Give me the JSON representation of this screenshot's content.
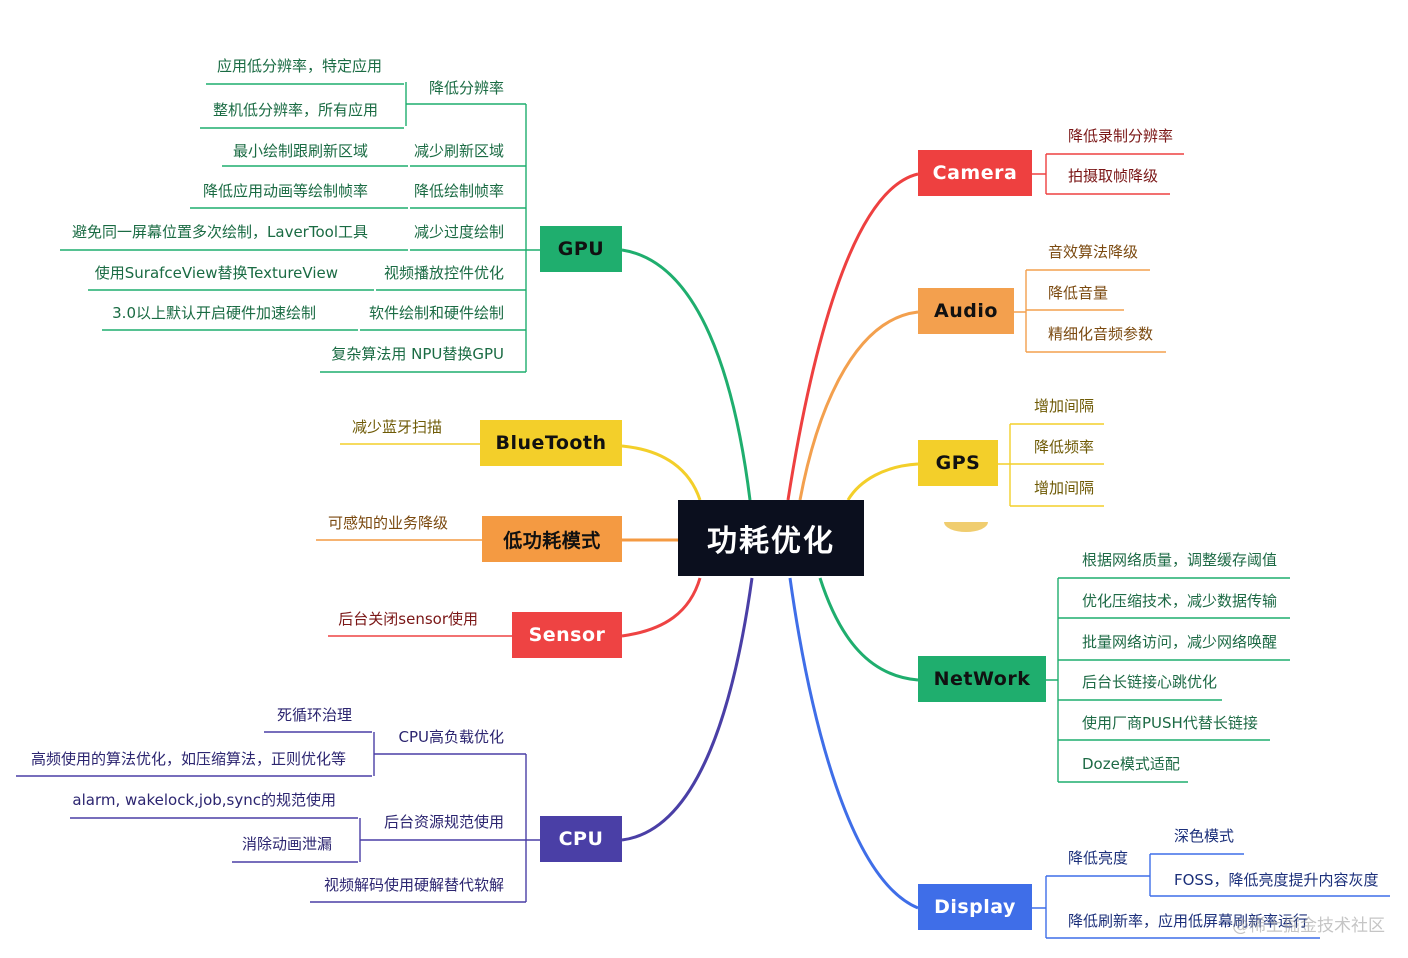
{
  "center": {
    "title": "功耗优化"
  },
  "colors": {
    "center": "#0b0f1e",
    "gpu": "#1fae6e",
    "bluetooth": "#f3cf2a",
    "lowpower": "#f49a42",
    "sensor": "#ee4343",
    "cpu": "#4a3fa6",
    "camera": "#ee4040",
    "audio": "#f3a04e",
    "gps": "#f3cf2a",
    "network": "#1fae6e",
    "display": "#3f6ee8"
  },
  "left": {
    "gpu": {
      "label": "GPU",
      "items": [
        {
          "label": "降低分辨率",
          "children": [
            "应用低分辨率，特定应用",
            "整机低分辨率，所有应用"
          ]
        },
        {
          "label": "减少刷新区域",
          "children": [
            "最小绘制跟刷新区域"
          ]
        },
        {
          "label": "降低绘制帧率",
          "children": [
            "降低应用动画等绘制帧率"
          ]
        },
        {
          "label": "减少过度绘制",
          "children": [
            "避免同一屏幕位置多次绘制，LaverTool工具"
          ]
        },
        {
          "label": "视频播放控件优化",
          "children": [
            "使用SurafceView替换TextureView"
          ]
        },
        {
          "label": "软件绘制和硬件绘制",
          "children": [
            "3.0以上默认开启硬件加速绘制"
          ]
        },
        {
          "label": "复杂算法用 NPU替换GPU",
          "children": []
        }
      ]
    },
    "bluetooth": {
      "label": "BlueTooth",
      "items": [
        "减少蓝牙扫描"
      ]
    },
    "lowpower": {
      "label": "低功耗模式",
      "items": [
        "可感知的业务降级"
      ]
    },
    "sensor": {
      "label": "Sensor",
      "items": [
        "后台关闭sensor使用"
      ]
    },
    "cpu": {
      "label": "CPU",
      "items": [
        {
          "label": "CPU高负载优化",
          "children": [
            "死循环治理",
            "高频使用的算法优化，如压缩算法，正则优化等"
          ]
        },
        {
          "label": "后台资源规范使用",
          "children": [
            "alarm, wakelock,job,sync的规范使用",
            "消除动画泄漏"
          ]
        },
        {
          "label": "视频解码使用硬解替代软解",
          "children": []
        }
      ]
    }
  },
  "right": {
    "camera": {
      "label": "Camera",
      "items": [
        "降低录制分辨率",
        "拍摄取帧降级"
      ]
    },
    "audio": {
      "label": "Audio",
      "items": [
        "音效算法降级",
        "降低音量",
        "精细化音频参数"
      ]
    },
    "gps": {
      "label": "GPS",
      "items": [
        "增加间隔",
        "降低频率",
        "增加间隔"
      ]
    },
    "network": {
      "label": "NetWork",
      "items": [
        "根据网络质量，调整缓存阈值",
        "优化压缩技术，减少数据传输",
        "批量网络访问，减少网络唤醒",
        "后台长链接心跳优化",
        "使用厂商PUSH代替长链接",
        "Doze模式适配"
      ]
    },
    "display": {
      "label": "Display",
      "items": [
        {
          "label": "降低亮度",
          "children": [
            "深色模式",
            "FOSS，降低亮度提升内容灰度"
          ]
        },
        {
          "label": "降低刷新率，应用低屏幕刷新率运行",
          "children": []
        }
      ]
    }
  },
  "watermark": "@稀土掘金技术社区"
}
